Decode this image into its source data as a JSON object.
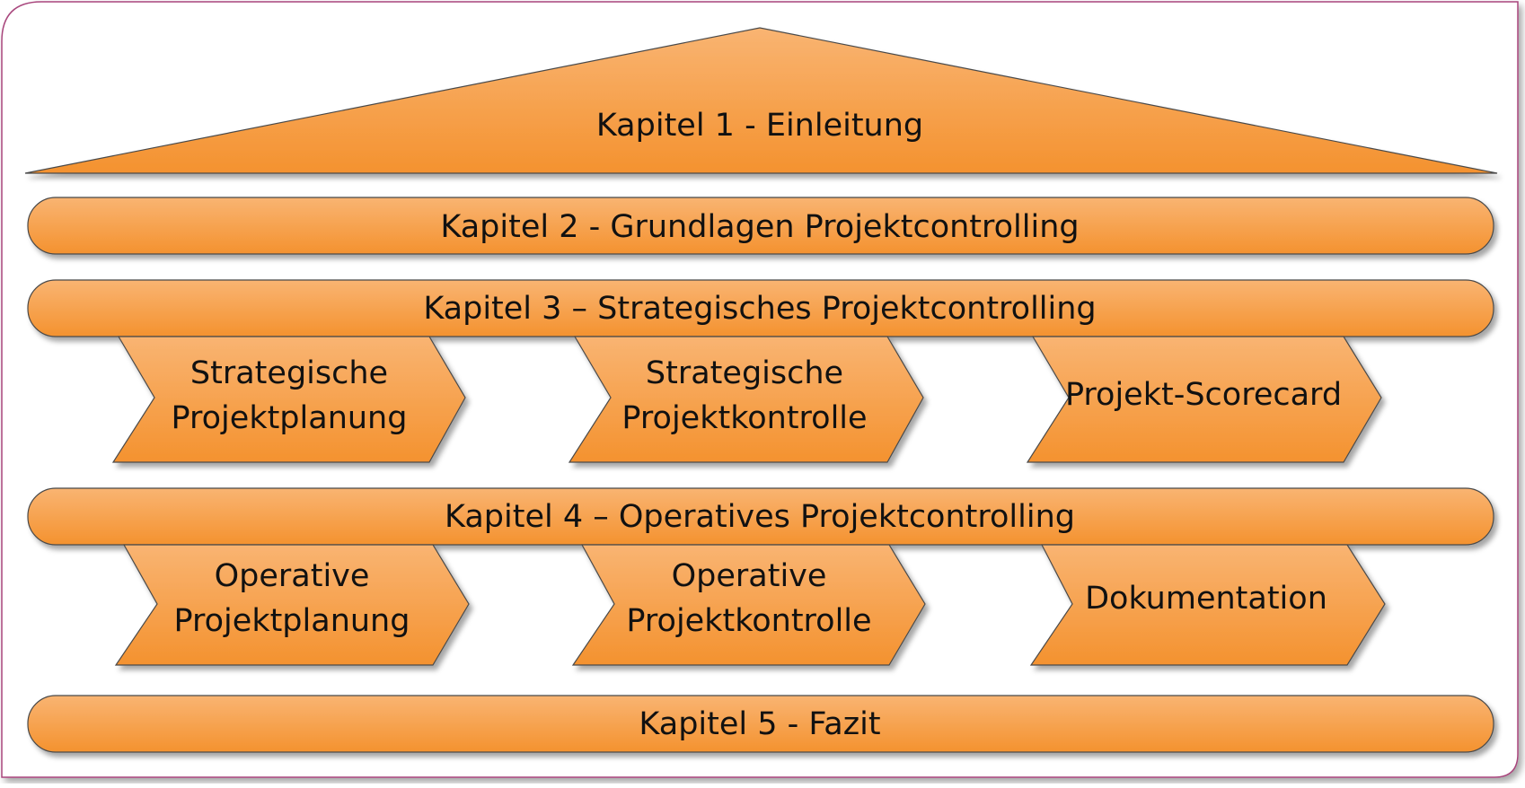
{
  "colors": {
    "fill_top": "#f9b472",
    "fill_bottom": "#f4922f",
    "stroke": "#4a4a4a",
    "frame": "#a8457c"
  },
  "roof": {
    "label": "Kapitel 1 - Einleitung"
  },
  "chapter2": {
    "label": "Kapitel 2 - Grundlagen Projektcontrolling"
  },
  "chapter3": {
    "label": "Kapitel 3 – Strategisches Projektcontrolling",
    "steps": [
      {
        "line1": "Strategische",
        "line2": "Projektplanung"
      },
      {
        "line1": "Strategische",
        "line2": "Projektkontrolle"
      },
      {
        "line1": "Projekt-Scorecard",
        "line2": ""
      }
    ]
  },
  "chapter4": {
    "label": "Kapitel 4 – Operatives Projektcontrolling",
    "steps": [
      {
        "line1": "Operative",
        "line2": "Projektplanung"
      },
      {
        "line1": "Operative",
        "line2": "Projektkontrolle"
      },
      {
        "line1": "Dokumentation",
        "line2": ""
      }
    ]
  },
  "chapter5": {
    "label": "Kapitel 5 - Fazit"
  }
}
